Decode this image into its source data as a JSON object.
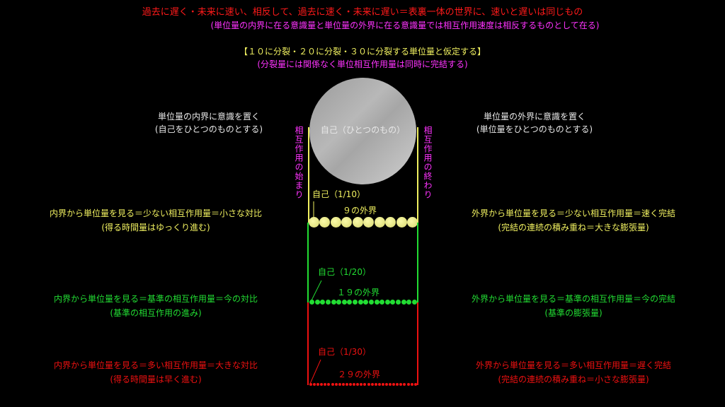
{
  "header": {
    "title": "過去に遅く・未来に速い、相反して、過去に速く・未来に遅い＝表裏一体の世界に、速いと遅いは同じもの",
    "subtitle": "(単位量の内界に在る意識量と単位量の外界に在る意識量では相互作用速度は相反するものとして在る)",
    "assumption": "【１０に分裂・２０に分裂・３０に分裂する単位量と仮定する】",
    "assumption_note": "(分裂量には関係なく単位相互作用量は同時に完結する)"
  },
  "left_heading": {
    "line1": "単位量の内界に意識を置く",
    "line2": "(自己をひとつのものとする)"
  },
  "right_heading": {
    "line1": "単位量の外界に意識を置く",
    "line2": "(単位量をひとつのものとする)"
  },
  "circle": {
    "label": "自己（ひとつのもの）"
  },
  "side_labels": {
    "left": "相互作用の始まり",
    "right": "相互作用の終わり"
  },
  "levels": [
    {
      "color": "#f0f060",
      "self_label": "自己（1/10）",
      "outer_label": "９の外界",
      "count": 10,
      "left_line1": "内界から単位量を見る＝少ない相互作用量＝小さな対比",
      "left_line2": "(得る時間量はゆっくり進む)",
      "right_line1": "外界から単位量を見る＝少ない相互作用量＝速く完結",
      "right_line2": "(完結の連続の積み重ね＝大きな膨張量)"
    },
    {
      "color": "#22dd33",
      "self_label": "自己（1/20）",
      "outer_label": "１９の外界",
      "count": 20,
      "left_line1": "内界から単位量を見る＝基準の相互作用量＝今の対比",
      "left_line2": "(基準の相互作用の進み)",
      "right_line1": "外界から単位量を見る＝基準の相互作用量＝今の完結",
      "right_line2": "(基準の膨張量)"
    },
    {
      "color": "#ee1111",
      "self_label": "自己（1/30）",
      "outer_label": "２９の外界",
      "count": 30,
      "left_line1": "内界から単位量を見る＝多い相互作用量＝大きな対比",
      "left_line2": "(得る時間量は早く進む)",
      "right_line1": "外界から単位量を見る＝多い相互作用量＝遅く完結",
      "right_line2": "(完結の連続の積み重ね＝小さな膨張量)"
    }
  ]
}
